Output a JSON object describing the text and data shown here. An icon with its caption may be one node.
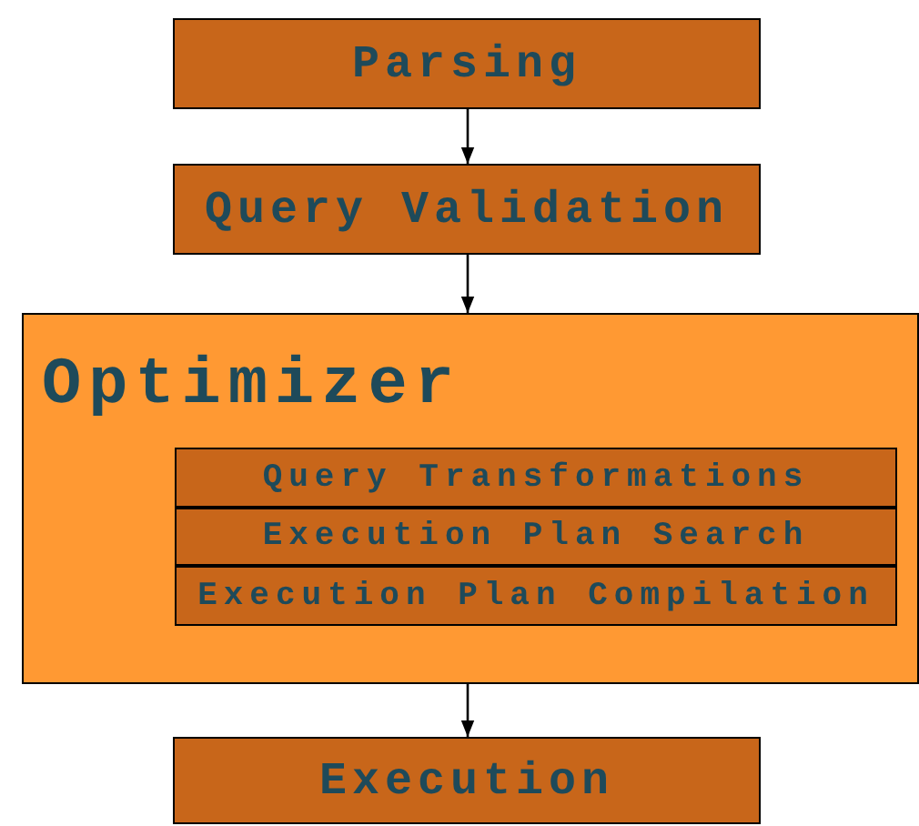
{
  "diagram": {
    "nodes": [
      {
        "text": [
          "Parsing"
        ]
      },
      {
        "text": [
          "Query Validation"
        ]
      },
      {
        "text": [
          "Optimizer"
        ]
      },
      {
        "text": [
          "Query Transformations"
        ],
        "in": 2
      },
      {
        "text": [
          "Execution Plan Search"
        ],
        "in": 2
      },
      {
        "text": [
          "Execution Plan Compilation"
        ],
        "in": 2
      },
      {
        "text": [
          "Execution"
        ]
      }
    ],
    "edges": [
      {
        "from": 0,
        "to": 1,
        "arrow": "to"
      },
      {
        "from": 1,
        "to": 2,
        "arrow": "to"
      },
      {
        "from": 2,
        "to": 6,
        "arrow": "to"
      }
    ]
  }
}
